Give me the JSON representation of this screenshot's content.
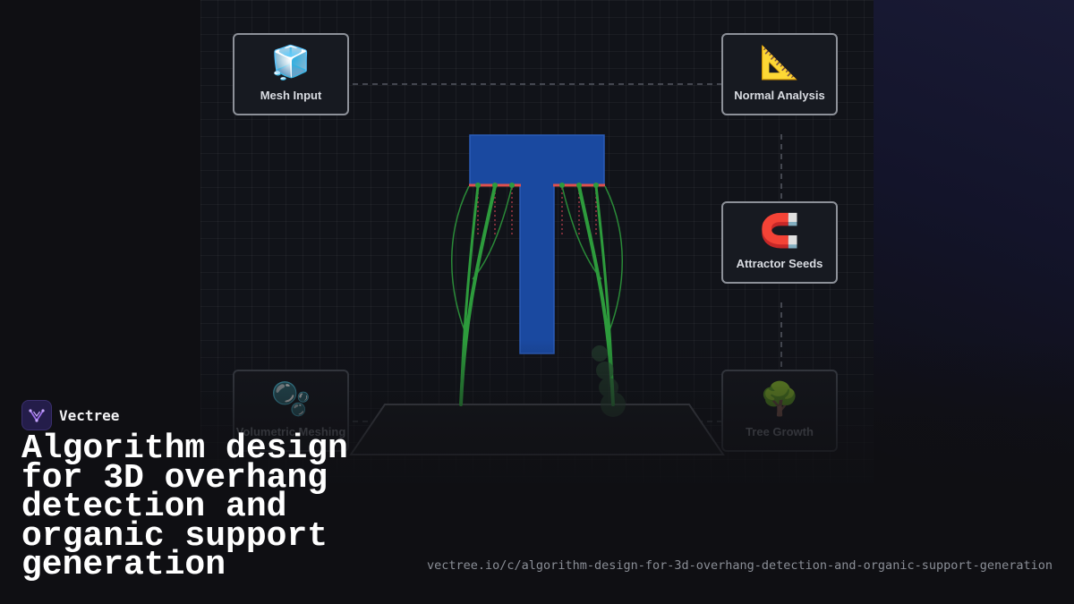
{
  "brand": {
    "name": "Vectree"
  },
  "headline": "Algorithm design for 3D overhang detection and organic support generation",
  "url": "vectree.io/c/algorithm-design-for-3d-overhang-detection-and-organic-support-generation",
  "nodes": [
    {
      "label": "Mesh Input",
      "icon": "ice-cube-icon",
      "glyph": "🧊"
    },
    {
      "label": "Normal Analysis",
      "icon": "triangular-ruler-icon",
      "glyph": "📐"
    },
    {
      "label": "Attractor Seeds",
      "icon": "magnet-icon",
      "glyph": "🧲"
    },
    {
      "label": "Volumetric Meshing",
      "icon": "bubbles-icon",
      "glyph": "🫧"
    },
    {
      "label": "Tree Growth",
      "icon": "tree-icon",
      "glyph": "🌳"
    }
  ],
  "colors": {
    "model": "#1a49a0",
    "overhang": "#e0504d",
    "support": "#2d9b3c",
    "node_border": "#8d9199",
    "background": "#0f0f13"
  }
}
